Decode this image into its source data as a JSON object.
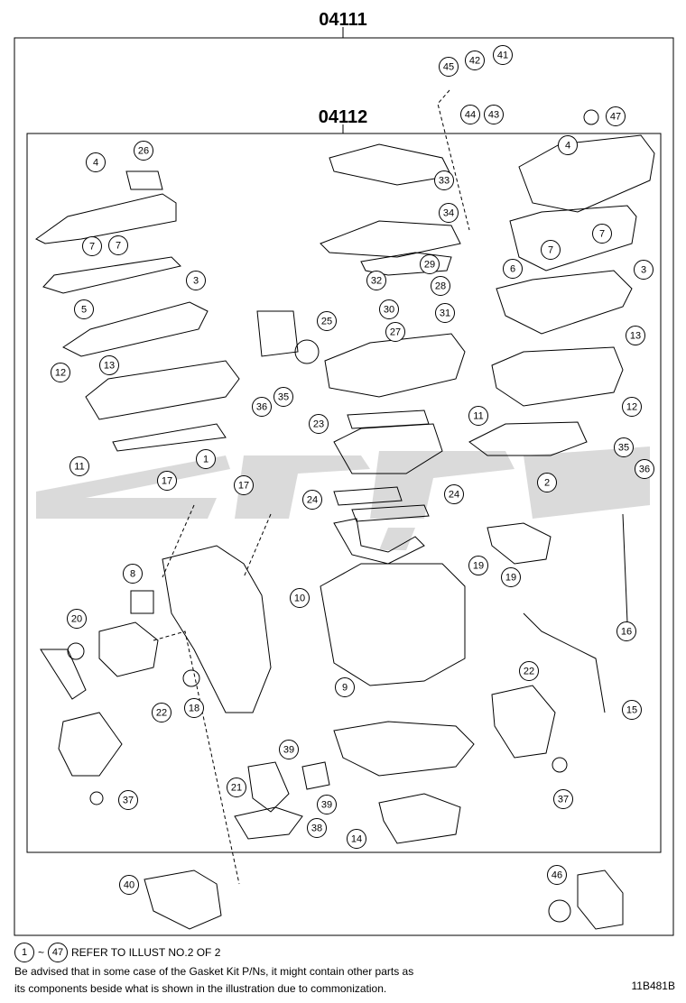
{
  "kits": {
    "outer": "04111",
    "inner": "04112"
  },
  "callouts": [
    {
      "id": "c45",
      "label": "45"
    },
    {
      "id": "c42",
      "label": "42"
    },
    {
      "id": "c41",
      "label": "41"
    },
    {
      "id": "c44",
      "label": "44"
    },
    {
      "id": "c43",
      "label": "43"
    },
    {
      "id": "c47",
      "label": "47"
    },
    {
      "id": "c4a",
      "label": "4"
    },
    {
      "id": "c26",
      "label": "26"
    },
    {
      "id": "c4b",
      "label": "4"
    },
    {
      "id": "c33",
      "label": "33"
    },
    {
      "id": "c34",
      "label": "34"
    },
    {
      "id": "c7a",
      "label": "7"
    },
    {
      "id": "c7b",
      "label": "7"
    },
    {
      "id": "c7c",
      "label": "7"
    },
    {
      "id": "c7d",
      "label": "7"
    },
    {
      "id": "c5",
      "label": "5"
    },
    {
      "id": "c3a",
      "label": "3"
    },
    {
      "id": "c6",
      "label": "6"
    },
    {
      "id": "c3b",
      "label": "3"
    },
    {
      "id": "c29",
      "label": "29"
    },
    {
      "id": "c32",
      "label": "32"
    },
    {
      "id": "c28",
      "label": "28"
    },
    {
      "id": "c30",
      "label": "30"
    },
    {
      "id": "c31",
      "label": "31"
    },
    {
      "id": "c25",
      "label": "25"
    },
    {
      "id": "c27",
      "label": "27"
    },
    {
      "id": "c13a",
      "label": "13"
    },
    {
      "id": "c13b",
      "label": "13"
    },
    {
      "id": "c12a",
      "label": "12"
    },
    {
      "id": "c36a",
      "label": "36"
    },
    {
      "id": "c35a",
      "label": "35"
    },
    {
      "id": "c11a",
      "label": "11"
    },
    {
      "id": "c12b",
      "label": "12"
    },
    {
      "id": "c23",
      "label": "23"
    },
    {
      "id": "c11b",
      "label": "11"
    },
    {
      "id": "c1",
      "label": "1"
    },
    {
      "id": "c35b",
      "label": "35"
    },
    {
      "id": "c2",
      "label": "2"
    },
    {
      "id": "c36b",
      "label": "36"
    },
    {
      "id": "c17a",
      "label": "17"
    },
    {
      "id": "c17b",
      "label": "17"
    },
    {
      "id": "c24a",
      "label": "24"
    },
    {
      "id": "c24b",
      "label": "24"
    },
    {
      "id": "c19a",
      "label": "19"
    },
    {
      "id": "c19b",
      "label": "19"
    },
    {
      "id": "c8",
      "label": "8"
    },
    {
      "id": "c10",
      "label": "10"
    },
    {
      "id": "c20",
      "label": "20"
    },
    {
      "id": "c16",
      "label": "16"
    },
    {
      "id": "c18",
      "label": "18"
    },
    {
      "id": "c22a",
      "label": "22"
    },
    {
      "id": "c9",
      "label": "9"
    },
    {
      "id": "c15",
      "label": "15"
    },
    {
      "id": "c22b",
      "label": "22"
    },
    {
      "id": "c39a",
      "label": "39"
    },
    {
      "id": "c21",
      "label": "21"
    },
    {
      "id": "c39b",
      "label": "39"
    },
    {
      "id": "c37a",
      "label": "37"
    },
    {
      "id": "c37b",
      "label": "37"
    },
    {
      "id": "c38",
      "label": "38"
    },
    {
      "id": "c14",
      "label": "14"
    },
    {
      "id": "c40",
      "label": "40"
    },
    {
      "id": "c46",
      "label": "46"
    }
  ],
  "footer": {
    "ref_from": "1",
    "ref_tilde": "~",
    "ref_to": "47",
    "ref_text": "REFER TO ILLUST NO.2 OF 2",
    "note_line_1": "Be advised that in some case of the Gasket Kit P/Ns,  it might contain other parts as",
    "note_line_2": "its components beside what is shown in the illustration due to commonization.",
    "figure_code": "11B481B"
  },
  "colors": {
    "line": "#000000",
    "watermark": "#d6d6d6"
  }
}
